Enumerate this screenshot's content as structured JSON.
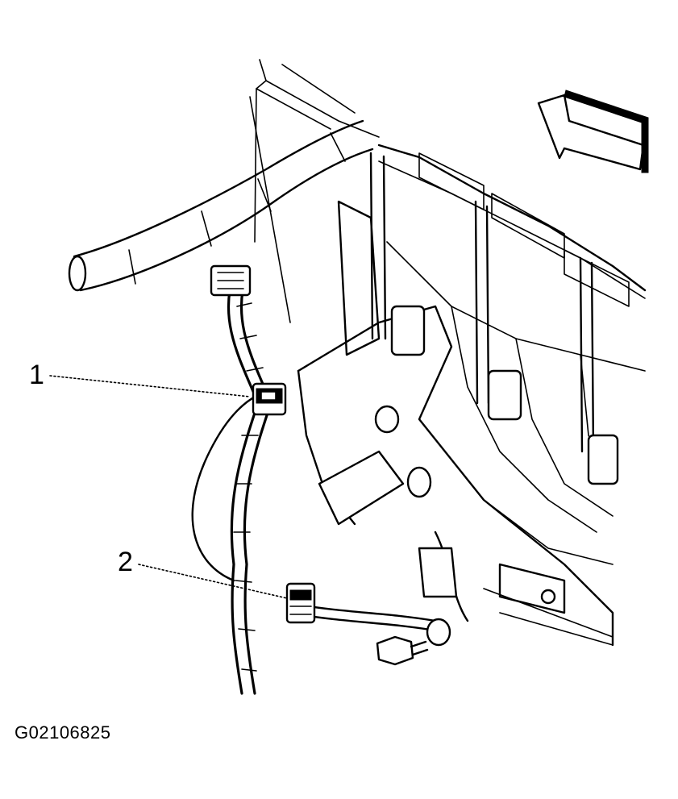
{
  "figure": {
    "callouts": [
      {
        "label": "1"
      },
      {
        "label": "2"
      }
    ],
    "figure_id": "G02106825",
    "ink_color": "#000000",
    "background_color": "#ffffff",
    "icons": [
      "direction-arrow-icon",
      "wiring-connector-icon",
      "bolt-icon"
    ]
  }
}
